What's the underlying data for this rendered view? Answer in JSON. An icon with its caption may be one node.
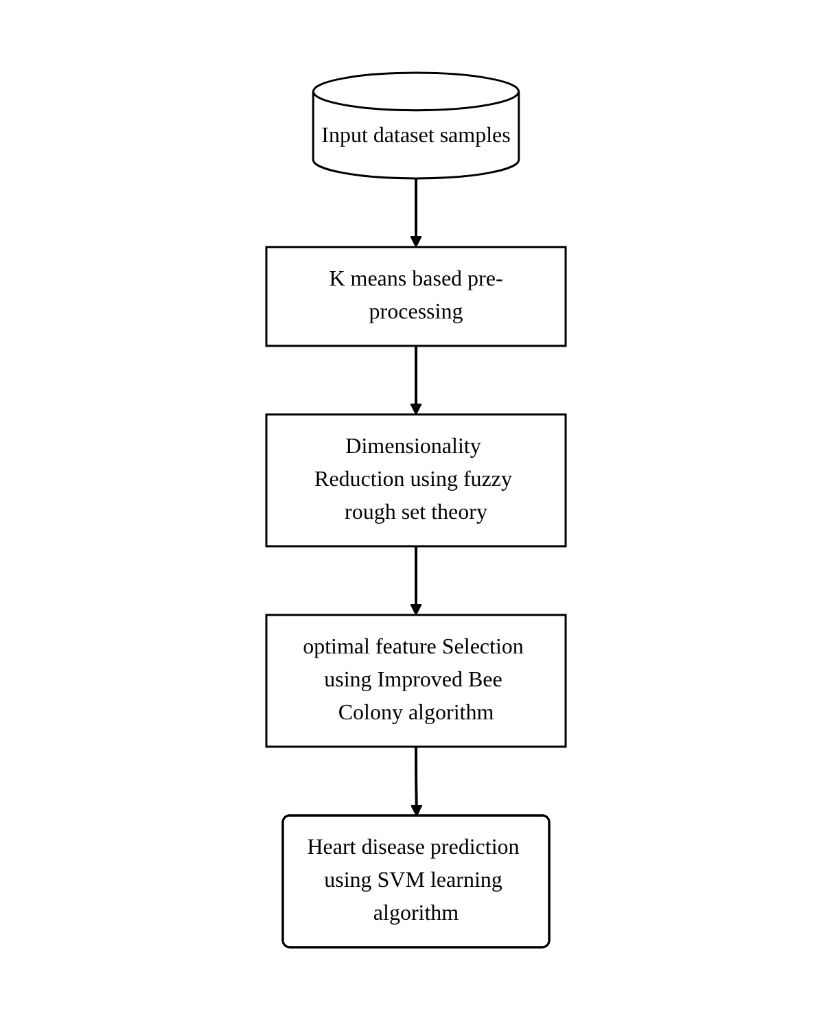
{
  "diagram": {
    "nodes": [
      {
        "text": [
          "Input dataset samples"
        ]
      },
      {
        "text": [
          "K means based pre-processing"
        ]
      },
      {
        "text": [
          "Dimensionality Reduction using fuzzy rough set theory"
        ]
      },
      {
        "text": [
          "optimal feature Selection using Improved Bee Colony algorithm"
        ]
      },
      {
        "text": [
          "Heart disease prediction using SVM learning algorithm"
        ]
      }
    ],
    "edges": [
      {
        "from": 0,
        "to": 1,
        "arrow": "to"
      },
      {
        "from": 1,
        "to": 2,
        "arrow": "to"
      },
      {
        "from": 2,
        "to": 3,
        "arrow": "to"
      },
      {
        "from": 3,
        "to": 4,
        "arrow": "to"
      }
    ]
  }
}
